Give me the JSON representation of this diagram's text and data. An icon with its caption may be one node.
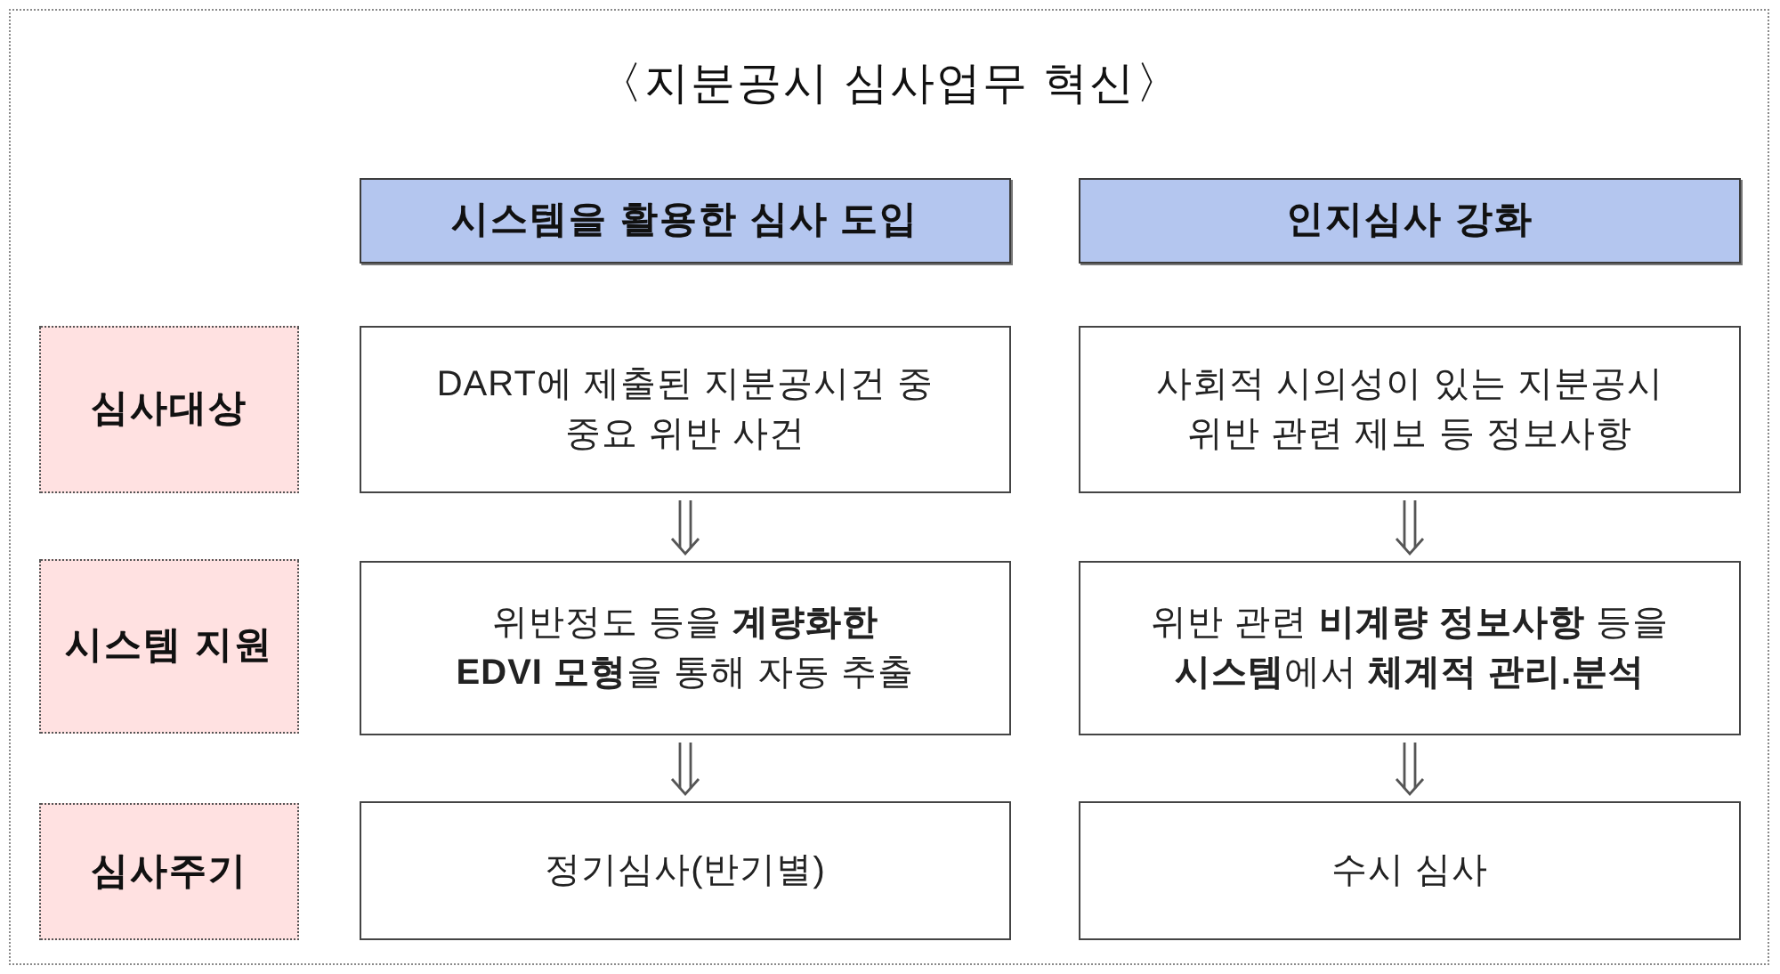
{
  "diagram": {
    "title": "〈지분공시 심사업무 혁신〉",
    "nodes": [
      {
        "text": [
          "시스템을 활용한 심사 도입"
        ]
      },
      {
        "text": [
          "인지심사 강화"
        ]
      },
      {
        "text": [
          "심사대상"
        ]
      },
      {
        "text": [
          "DART에 제출된 지분공시건 중 중요 위반 사건"
        ]
      },
      {
        "text": [
          "사회적 시의성이 있는 지분공시 위반 관련 제보 등 정보사항"
        ]
      },
      {
        "text": [
          "시스템 지원"
        ]
      },
      {
        "text": [
          "위반정도 등을 **계량화한 EDVI 모형**을 통해 자동 추출"
        ]
      },
      {
        "text": [
          "위반 관련 **비계량 정보사항** 등을 **시스템**에서 **체계적 관리.분석**"
        ]
      },
      {
        "text": [
          "심사주기"
        ]
      },
      {
        "text": [
          "정기심사(반기별)"
        ]
      },
      {
        "text": [
          "수시 심사"
        ]
      }
    ],
    "edges": [
      {
        "from": 3,
        "to": 6,
        "arrow": "to"
      },
      {
        "from": 6,
        "to": 9,
        "arrow": "to"
      },
      {
        "from": 4,
        "to": 7,
        "arrow": "to"
      },
      {
        "from": 7,
        "to": 10,
        "arrow": "to"
      }
    ]
  }
}
